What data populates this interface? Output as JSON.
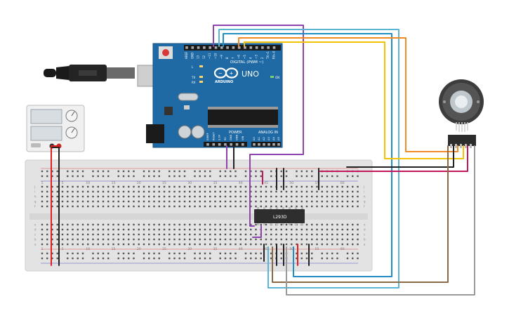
{
  "arduino": {
    "brand": "ARDUINO",
    "model": "UNO",
    "digital_header": "DIGITAL (PWM ~)",
    "power_header": "POWER",
    "analog_header": "ANALOG IN",
    "on_led": "ON",
    "led_l": "L",
    "led_tx": "TX",
    "led_rx": "RX",
    "digital_pins": [
      "AREF",
      "GND",
      "13",
      "12",
      "~11",
      "~10",
      "~9",
      "8",
      "7",
      "~6",
      "~5",
      "4",
      "~3",
      "2",
      "TX→1",
      "RX←0"
    ],
    "power_pins": [
      "IOREF",
      "RESET",
      "3.3V",
      "5V",
      "GND",
      "GND",
      "VIN"
    ],
    "analog_pins": [
      "A0",
      "A1",
      "A2",
      "A3",
      "A4",
      "A5"
    ]
  },
  "chip": {
    "label": "L293D"
  },
  "breadboard": {
    "column_numbers": [
      "1",
      "5",
      "10",
      "15",
      "20",
      "25",
      "30",
      "35",
      "40",
      "45",
      "50",
      "55",
      "60"
    ],
    "rows_top": [
      "j",
      "i",
      "h",
      "g",
      "f"
    ],
    "rows_bottom": [
      "e",
      "d",
      "c",
      "b",
      "a"
    ]
  },
  "wire_colors": {
    "purple": "#8e44ad",
    "magenta": "#c2185b",
    "lightblue": "#5ab4d6",
    "blue": "#1f8fc4",
    "orange": "#f08a24",
    "yellow": "#f2c300",
    "brown": "#8b6a45",
    "gray": "#9a9a9a",
    "black": "#222222",
    "red": "#e02020"
  }
}
